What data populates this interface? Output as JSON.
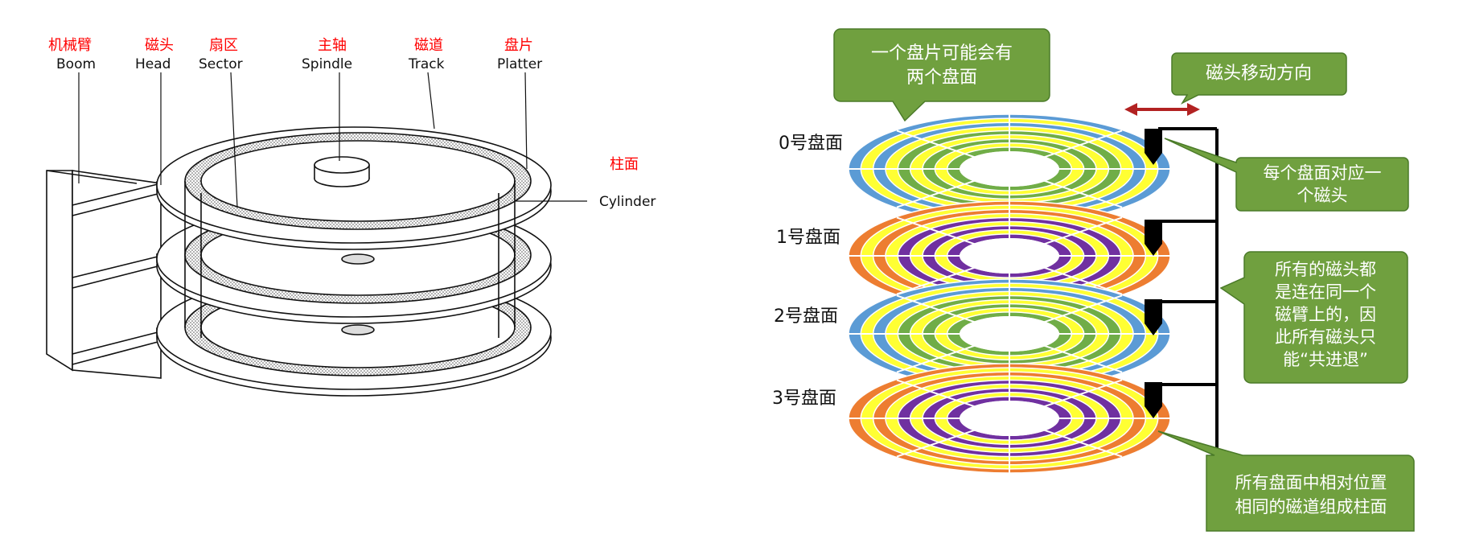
{
  "left_diagram": {
    "labels": [
      {
        "zh": "机械臂",
        "en": "Boom"
      },
      {
        "zh": "磁头",
        "en": "Head"
      },
      {
        "zh": "扇区",
        "en": "Sector"
      },
      {
        "zh": "主轴",
        "en": "Spindle"
      },
      {
        "zh": "磁道",
        "en": "Track"
      },
      {
        "zh": "盘片",
        "en": "Platter"
      }
    ],
    "cylinder": {
      "zh": "柱面",
      "en": "Cylinder"
    }
  },
  "right_diagram": {
    "surfaces": [
      "0号盘面",
      "1号盘面",
      "2号盘面",
      "3号盘面"
    ],
    "callouts": {
      "two_surfaces": [
        "一个盘片可能会有",
        "两个盘面"
      ],
      "head_direction": "磁头移动方向",
      "one_head_each": [
        "每个盘面对应一",
        "个磁头"
      ],
      "same_arm": [
        "所有的磁头都",
        "是连在同一个",
        "磁臂上的，因",
        "此所有磁头只",
        "能“共进退”"
      ],
      "cylinder_def": [
        "所有盘面中相对位置",
        "相同的磁道组成柱面"
      ]
    },
    "colors": {
      "blue": "#5b9bd5",
      "yellow": "#ffff33",
      "green": "#70ad47",
      "orange": "#ed7d31",
      "purple": "#7030a0",
      "callout": "#70a03f",
      "arrow": "#c0392b"
    }
  }
}
